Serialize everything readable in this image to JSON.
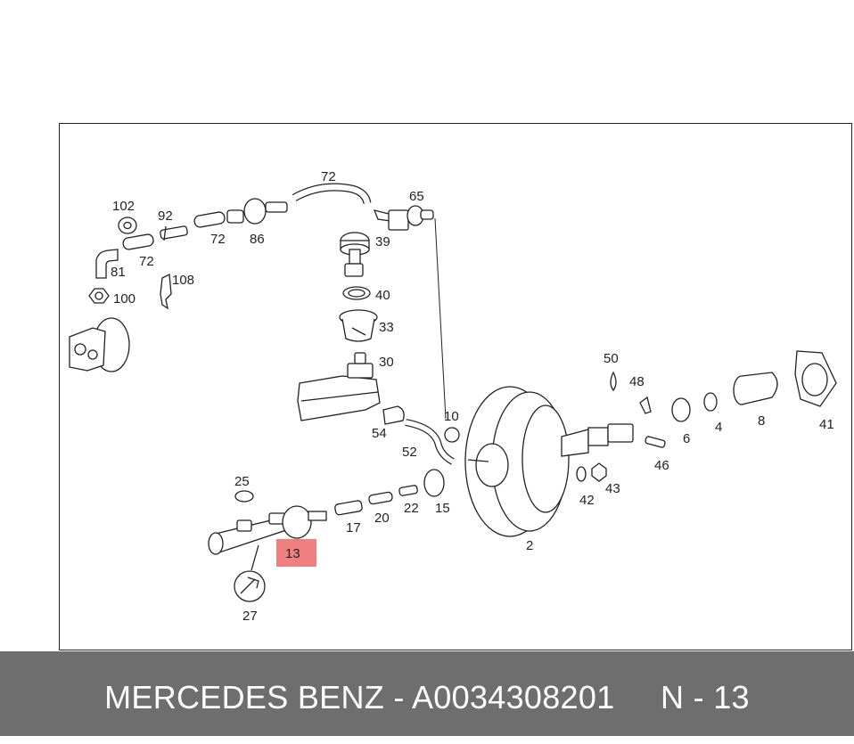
{
  "diagram": {
    "part_labels": {
      "p72a": "72",
      "p65": "65",
      "p102": "102",
      "p92": "92",
      "p72b": "72",
      "p86": "86",
      "p39": "39",
      "p81": "81",
      "p72c": "72",
      "p108": "108",
      "p100": "100",
      "p40": "40",
      "p33": "33",
      "p30": "30",
      "p50": "50",
      "p48": "48",
      "p10": "10",
      "p54": "54",
      "p6": "6",
      "p4": "4",
      "p8": "8",
      "p41": "41",
      "p52": "52",
      "p46": "46",
      "p25": "25",
      "p15": "15",
      "p22": "22",
      "p20": "20",
      "p17": "17",
      "p42": "42",
      "p43": "43",
      "p2": "2",
      "p27": "27"
    },
    "highlight": {
      "label": "13",
      "color": "#f08080"
    }
  },
  "footer": {
    "brand": "MERCEDES BENZ",
    "separator": "-",
    "part_number": "A0034308201",
    "position_code": "N - 13",
    "background": "#6e6e6e",
    "text_color": "#ffffff"
  }
}
